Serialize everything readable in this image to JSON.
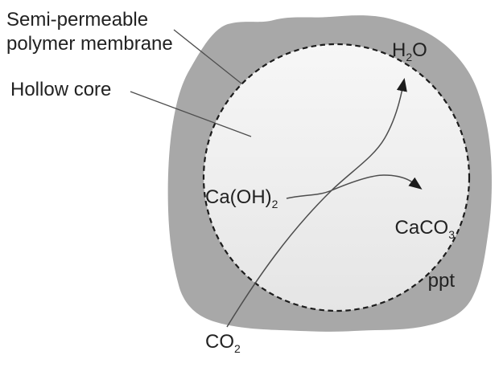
{
  "figure": {
    "callouts": {
      "membrane_label": "Semi-permeable\npolymer membrane",
      "hollow_core_label": "Hollow core"
    },
    "species": {
      "h2o": {
        "base1": "H",
        "sub": "2",
        "base2": "O"
      },
      "caoh2": {
        "base1": "Ca(OH)",
        "sub": "2"
      },
      "caco3": {
        "base1": "CaCO",
        "sub": "3"
      },
      "caco3_state": "ppt",
      "co2": {
        "base1": "CO",
        "sub": "2"
      }
    },
    "colors": {
      "background": "#ffffff",
      "membrane": "#a8a8a8",
      "core_top": "#f7f7f7",
      "core_bottom": "#e5e5e5",
      "outline": "#1c1c1c",
      "line": "#4d4d4d",
      "text": "#222222"
    }
  }
}
